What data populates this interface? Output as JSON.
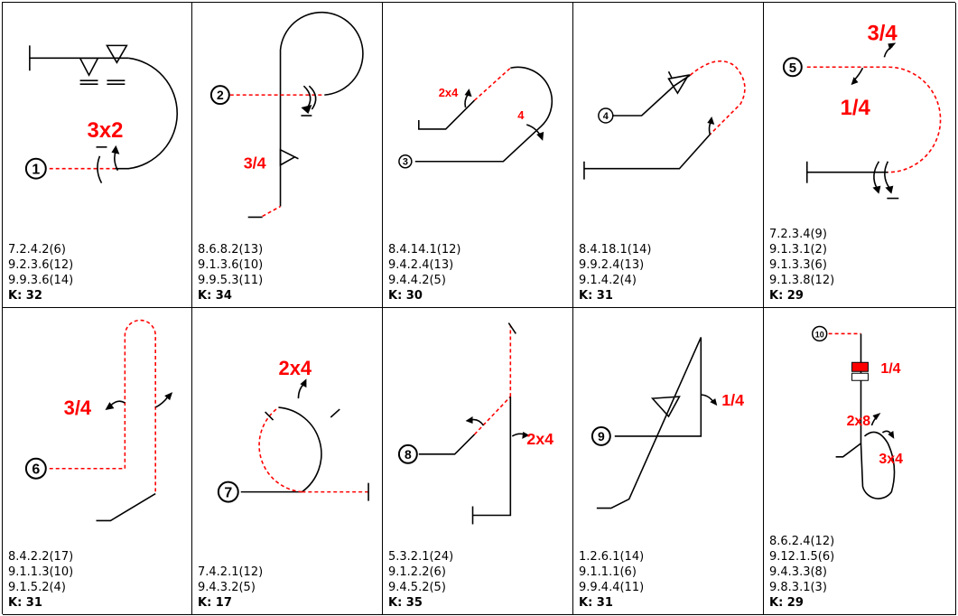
{
  "cells": [
    {
      "marker": "1",
      "labels": [
        "3x2"
      ],
      "codes": [
        "7.2.4.2(6)",
        "9.2.3.6(12)",
        "9.9.3.6(14)"
      ],
      "k": "K: 32"
    },
    {
      "marker": "2",
      "labels": [
        "3/4"
      ],
      "codes": [
        "8.6.8.2(13)",
        "9.1.3.6(10)",
        "9.9.5.3(11)"
      ],
      "k": "K: 34"
    },
    {
      "marker": "3",
      "labels": [
        "2x4",
        "4"
      ],
      "codes": [
        "8.4.14.1(12)",
        "9.4.2.4(13)",
        "9.4.4.2(5)"
      ],
      "k": "K: 30"
    },
    {
      "marker": "4",
      "labels": [],
      "codes": [
        "8.4.18.1(14)",
        "9.9.2.4(13)",
        "9.1.4.2(4)"
      ],
      "k": "K: 31"
    },
    {
      "marker": "5",
      "labels": [
        "3/4",
        "1/4"
      ],
      "codes": [
        "7.2.3.4(9)",
        "9.1.3.1(2)",
        "9.1.3.3(6)",
        "9.1.3.8(12)"
      ],
      "k": "K: 29"
    },
    {
      "marker": "6",
      "labels": [
        "3/4"
      ],
      "codes": [
        "8.4.2.2(17)",
        "9.1.1.3(10)",
        "9.1.5.2(4)"
      ],
      "k": "K: 31"
    },
    {
      "marker": "7",
      "labels": [
        "2x4"
      ],
      "codes": [
        "7.4.2.1(12)",
        "9.4.3.2(5)"
      ],
      "k": "K: 17"
    },
    {
      "marker": "8",
      "labels": [
        "2x4"
      ],
      "codes": [
        "5.3.2.1(24)",
        "9.1.2.2(6)",
        "9.4.5.2(5)"
      ],
      "k": "K: 35"
    },
    {
      "marker": "9",
      "labels": [
        "1/4"
      ],
      "codes": [
        "1.2.6.1(14)",
        "9.1.1.1(6)",
        "9.9.4.4(11)"
      ],
      "k": "K: 31"
    },
    {
      "marker": "10",
      "labels": [
        "1/4",
        "2x8",
        "3x4"
      ],
      "codes": [
        "8.6.2.4(12)",
        "9.12.1.5(6)",
        "9.4.3.3(8)",
        "9.8.3.1(3)"
      ],
      "k": "K: 29"
    }
  ],
  "colors": {
    "accent": "#ff0000",
    "line": "#000000"
  }
}
